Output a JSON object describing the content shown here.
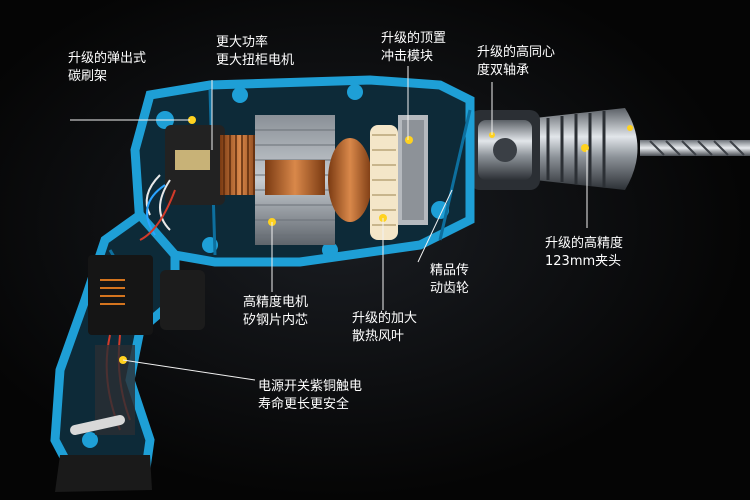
{
  "callouts": [
    {
      "id": "carbon-brush",
      "lines": [
        "升级的弹出式",
        "碳刷架"
      ]
    },
    {
      "id": "motor-power",
      "lines": [
        "更大功率",
        "更大扭柜电机"
      ]
    },
    {
      "id": "impact-module",
      "lines": [
        "升级的顶置",
        "冲击模块"
      ]
    },
    {
      "id": "bearing",
      "lines": [
        "升级的高同心",
        "度双轴承"
      ]
    },
    {
      "id": "chuck",
      "lines": [
        "升级的高精度",
        "123mm夹头"
      ]
    },
    {
      "id": "gear",
      "lines": [
        "精品传",
        "动齿轮"
      ]
    },
    {
      "id": "fan",
      "lines": [
        "升级的加大",
        "散热风叶"
      ]
    },
    {
      "id": "core",
      "lines": [
        "高精度电机",
        "矽钢片内芯"
      ]
    },
    {
      "id": "switch",
      "lines": [
        "电源开关紫铜触电",
        "寿命更长更安全"
      ]
    }
  ],
  "colors": {
    "housing": "#1e9fd6",
    "housing_dark": "#0d6f9e",
    "copper": "#b8642a",
    "metal": "#9aa0a6",
    "accent_dot": "#ffd21f",
    "fan": "#f4e6c8",
    "background": "#050505"
  }
}
